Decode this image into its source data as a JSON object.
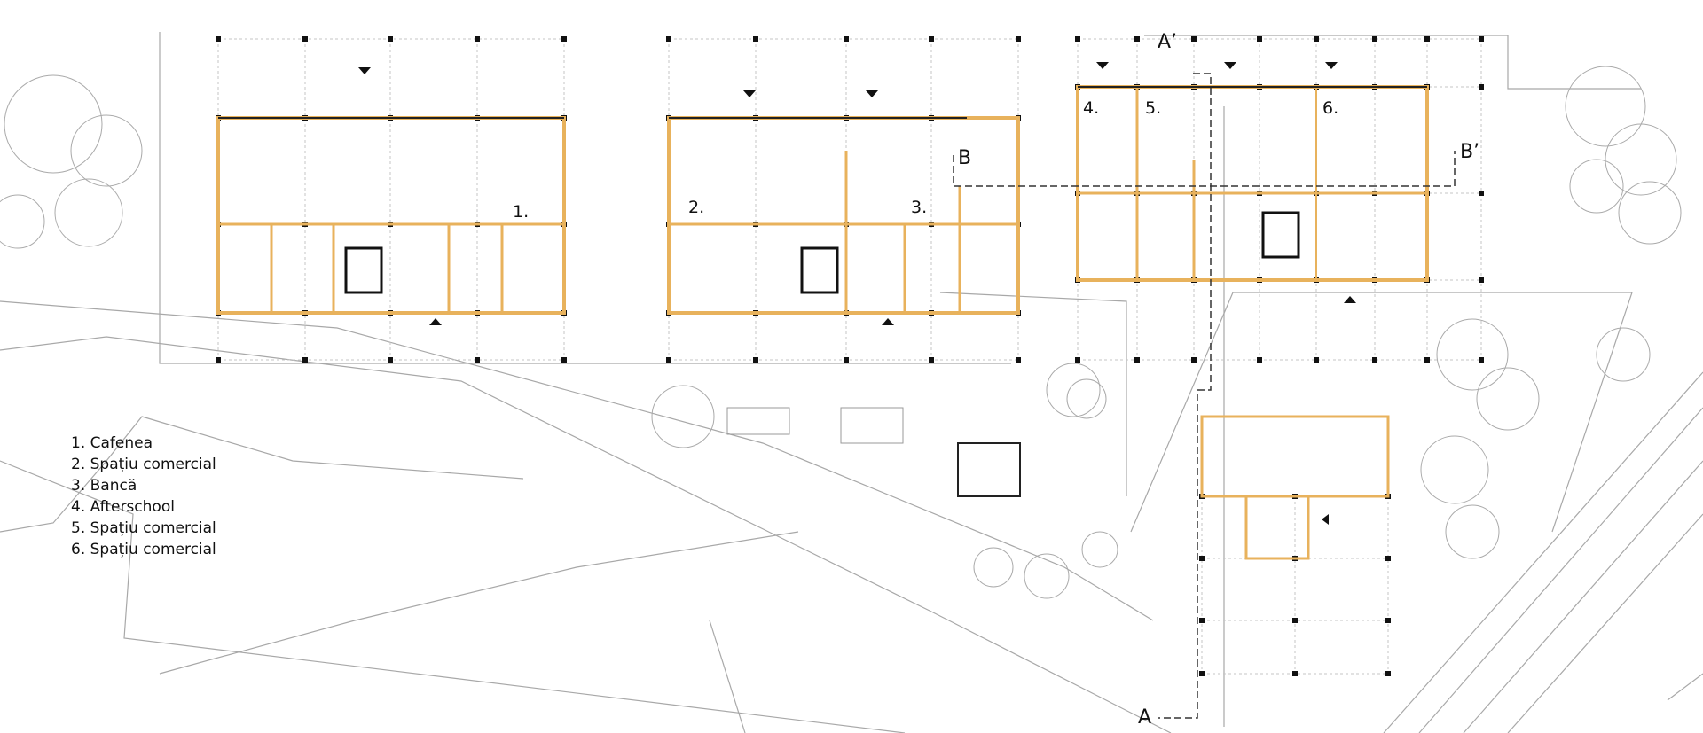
{
  "legend": [
    "1. Cafenea",
    "2. Spațiu comercial",
    "3. Bancă",
    "4. Afterschool",
    "5. Spațiu comercial",
    "6. Spațiu comercial"
  ],
  "room_numbers": [
    "1.",
    "2.",
    "3.",
    "4.",
    "5.",
    "6."
  ],
  "section_marks": {
    "a_start": "A",
    "a_end": "A’",
    "b_start": "B",
    "b_end": "B’"
  },
  "colors": {
    "wall_accent": "#e8b25c",
    "line": "#222222",
    "grid": "#bdbdbd",
    "site": "#9a9a9a"
  }
}
